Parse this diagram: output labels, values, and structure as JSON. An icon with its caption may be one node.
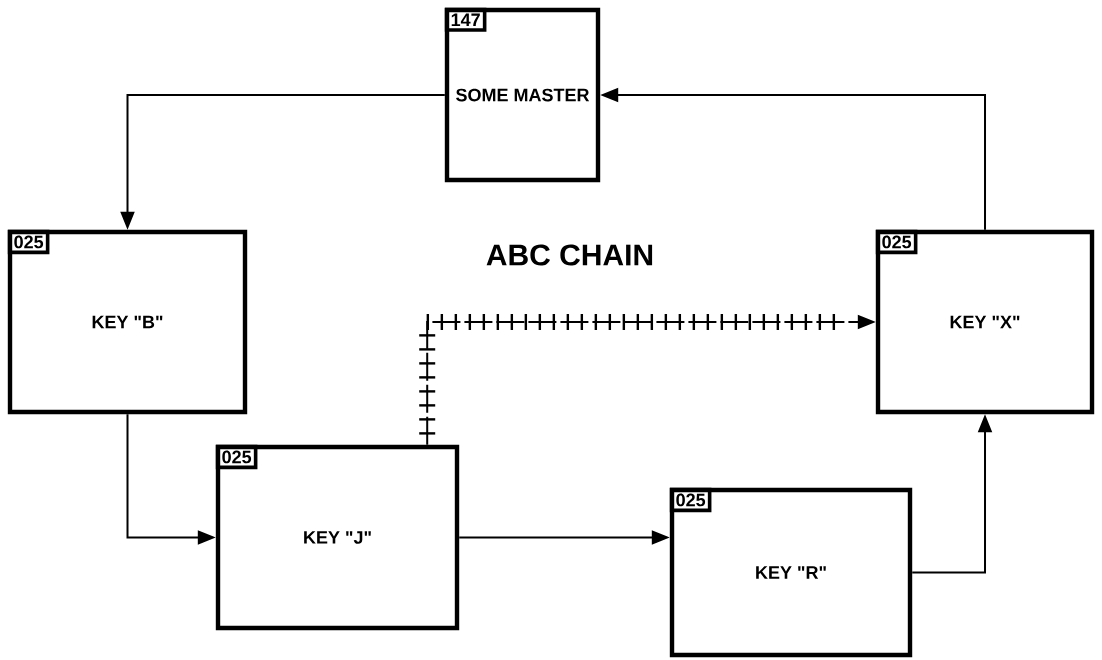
{
  "diagram": {
    "title": "ABC CHAIN",
    "nodes": [
      {
        "text": [
          "147",
          "SOME MASTER"
        ]
      },
      {
        "text": [
          "025",
          "KEY \"B\""
        ]
      },
      {
        "text": [
          "025",
          "KEY \"J\""
        ]
      },
      {
        "text": [
          "025",
          "KEY \"R\""
        ]
      },
      {
        "text": [
          "025",
          "KEY \"X\""
        ]
      }
    ],
    "edges": [
      {
        "from": 0,
        "to": 1,
        "arrow": "to"
      },
      {
        "from": 1,
        "to": 2,
        "arrow": "to"
      },
      {
        "from": 2,
        "to": 3,
        "arrow": "to"
      },
      {
        "from": 3,
        "to": 4,
        "arrow": "to"
      },
      {
        "from": 4,
        "to": 0,
        "arrow": "to"
      },
      {
        "from": 2,
        "to": 4,
        "arrow": "to",
        "style": "dashed"
      }
    ]
  }
}
